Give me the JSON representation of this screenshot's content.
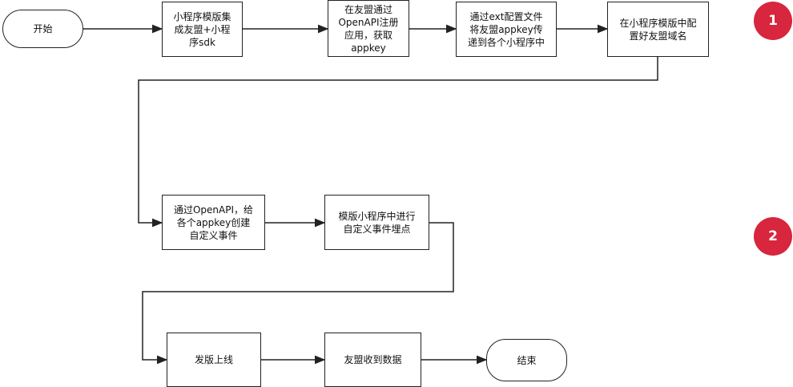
{
  "nodes": {
    "start": "开始",
    "integrate_sdk": "小程序模版集\n成友盟+小程\n序sdk",
    "register_app": "在友盟通过\nOpenAPI注册\n应用，获取\nappkey",
    "ext_config": "通过ext配置文件\n将友盟appkey传\n递到各个小程序中",
    "domain_config": "在小程序模版中配\n置好友盟域名",
    "create_events": "通过OpenAPI，给\n各个appkey创建\n自定义事件",
    "track_events": "模版小程序中进行\n自定义事件埋点",
    "release": "发版上线",
    "receive_data": "友盟收到数据",
    "end": "结束"
  },
  "badges": {
    "phase1": "1",
    "phase2": "2"
  },
  "colors": {
    "badge": "#d7263d",
    "line": "#222222"
  }
}
